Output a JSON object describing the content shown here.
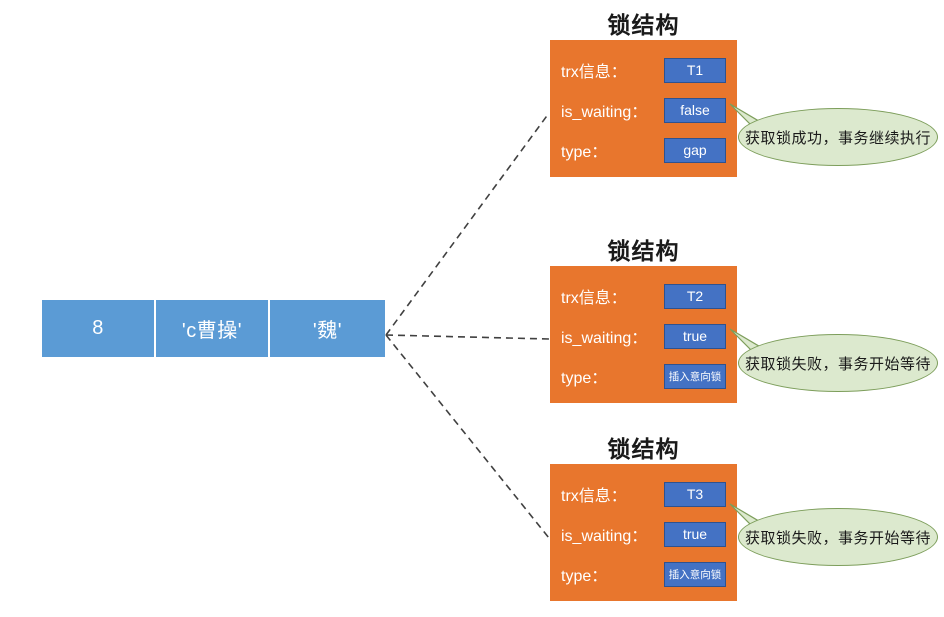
{
  "diagram": {
    "title_text": "锁结构",
    "colors": {
      "record_fill": "#5B9BD5",
      "lock_box_fill": "#E8762D",
      "value_fill": "#4472C4",
      "value_border": "#2F528F",
      "callout_fill": "#DCE9CE",
      "callout_border": "#7D9E5B",
      "connector": "#404040",
      "text_light": "#FFFFFF",
      "text_dark": "#1A1A1A"
    }
  },
  "record": {
    "name": "index-record",
    "cells": [
      {
        "value": "8"
      },
      {
        "value": "'c曹操'"
      },
      {
        "value": "'魏'"
      }
    ]
  },
  "lock_structures": [
    {
      "title": "锁结构",
      "rows": [
        {
          "label": "trx信息：",
          "value": "T1",
          "small": false
        },
        {
          "label": "is_waiting：",
          "value": "false",
          "small": false
        },
        {
          "label": "type：",
          "value": "gap",
          "small": false
        }
      ],
      "callout": "获取锁成功，事务继续执行"
    },
    {
      "title": "锁结构",
      "rows": [
        {
          "label": "trx信息：",
          "value": "T2",
          "small": false
        },
        {
          "label": "is_waiting：",
          "value": "true",
          "small": false
        },
        {
          "label": "type：",
          "value": "插入意向锁",
          "small": true
        }
      ],
      "callout": "获取锁失败，事务开始等待"
    },
    {
      "title": "锁结构",
      "rows": [
        {
          "label": "trx信息：",
          "value": "T3",
          "small": false
        },
        {
          "label": "is_waiting：",
          "value": "true",
          "small": false
        },
        {
          "label": "type：",
          "value": "插入意向锁",
          "small": true
        }
      ],
      "callout": "获取锁失败，事务开始等待"
    }
  ]
}
